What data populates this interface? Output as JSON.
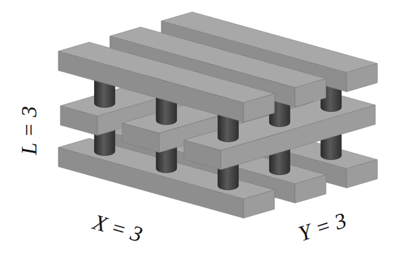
{
  "diagram": {
    "labels": [
      "L = 3",
      "X = 3",
      "Y = 3"
    ]
  }
}
